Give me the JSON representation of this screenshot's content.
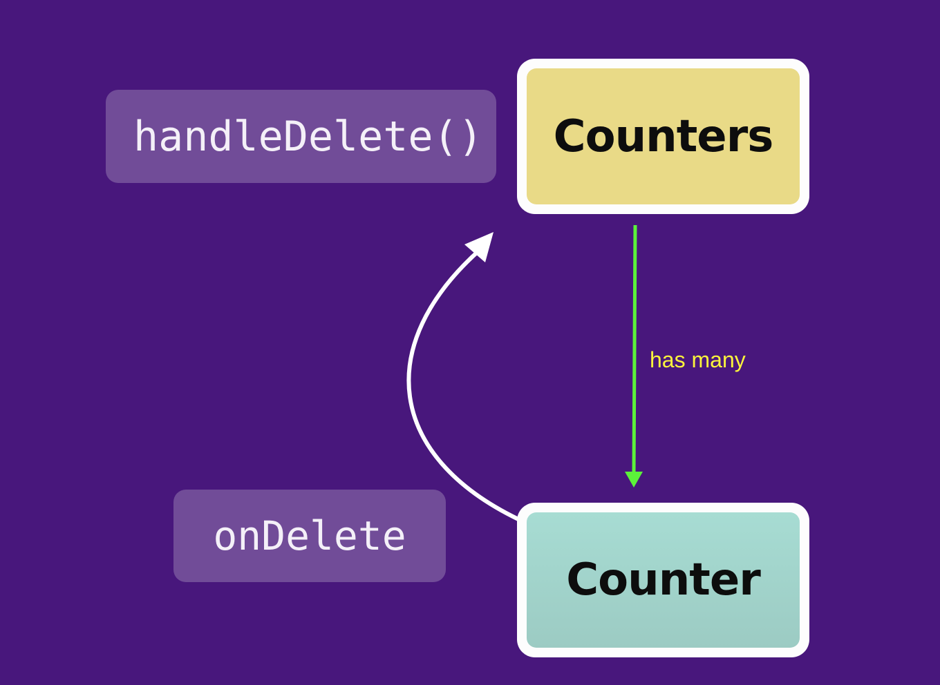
{
  "diagram": {
    "nodes": {
      "parent": {
        "label": "Counters",
        "fill": "#e9da87"
      },
      "child": {
        "label": "Counter",
        "fill": "#a7dcd3"
      }
    },
    "code_labels": {
      "parent_handler": "handleDelete()",
      "child_prop": "onDelete"
    },
    "edges": {
      "relationship": {
        "label": "has many",
        "color": "#5cf23a",
        "label_color": "#fbf43c"
      },
      "callback": {
        "color": "#ffffff"
      }
    },
    "background": "#48177c"
  }
}
